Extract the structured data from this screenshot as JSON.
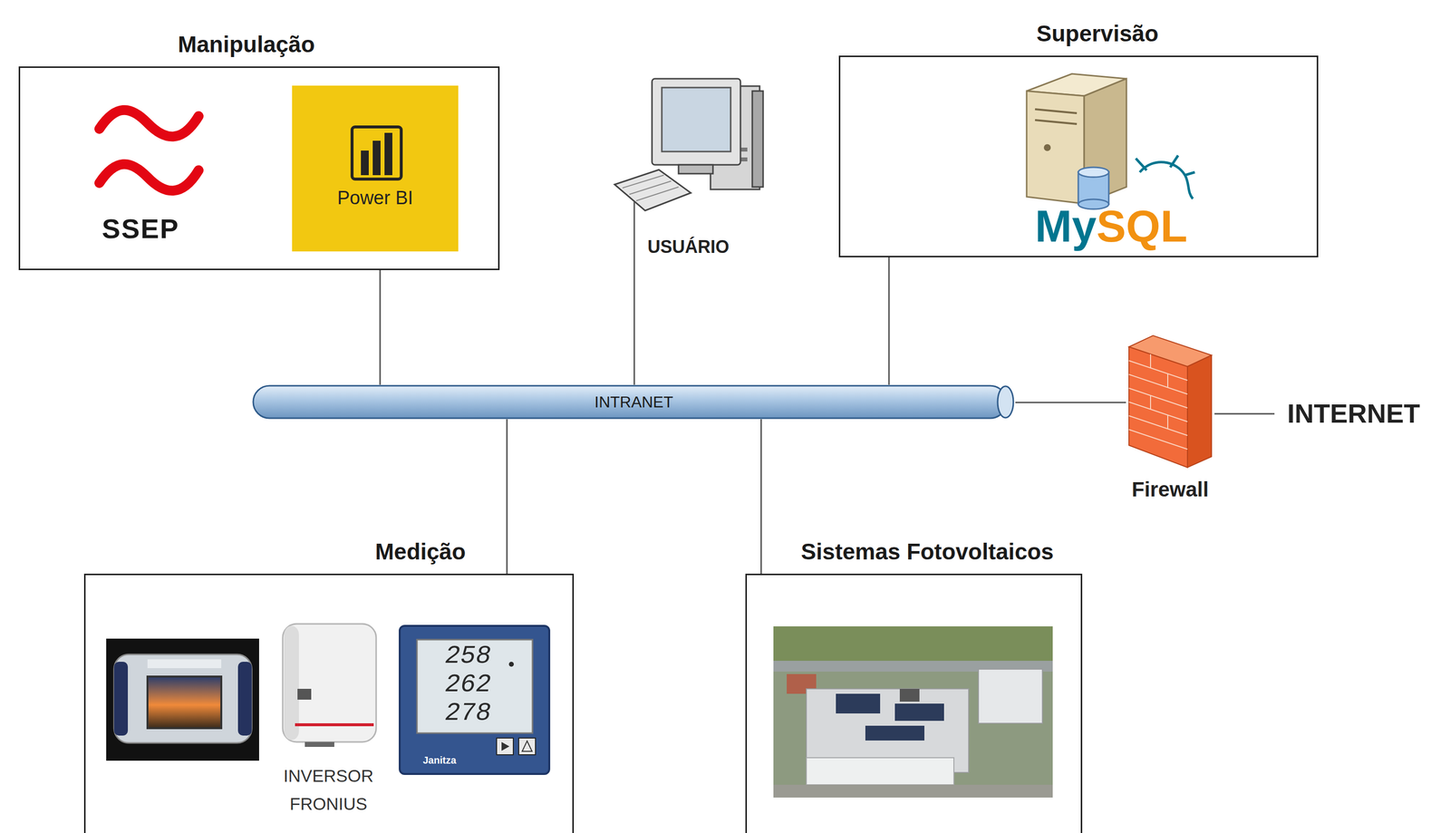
{
  "diagram": {
    "nodes": [
      {
        "text": [
          "Manipulação"
        ]
      },
      {
        "text": [
          "Power BI"
        ],
        "in": 0
      },
      {
        "text": [
          "USUÁRIO"
        ]
      },
      {
        "text": [
          "Supervisão"
        ]
      },
      {
        "text": [
          "INTRANET"
        ]
      },
      {
        "text": [
          "Firewall"
        ]
      },
      {
        "text": [
          "INTERNET"
        ]
      },
      {
        "text": [
          "Medição"
        ]
      },
      {
        "text": [
          "Sistemas Fotovoltaicos"
        ]
      }
    ],
    "edges": [
      {
        "from": 0,
        "to": 4,
        "arrow": "none"
      },
      {
        "from": 2,
        "to": 4,
        "arrow": "none"
      },
      {
        "from": 3,
        "to": 4,
        "arrow": "none"
      },
      {
        "from": 4,
        "to": 7,
        "arrow": "none"
      },
      {
        "from": 4,
        "to": 8,
        "arrow": "none"
      },
      {
        "from": 4,
        "to": 5,
        "arrow": "none"
      },
      {
        "from": 5,
        "to": 6,
        "arrow": "none"
      }
    ],
    "labels": [
      "SSEP",
      "MySQL",
      "INVERSOR FRONIUS",
      "258",
      "262",
      "278",
      "Janitza"
    ]
  }
}
